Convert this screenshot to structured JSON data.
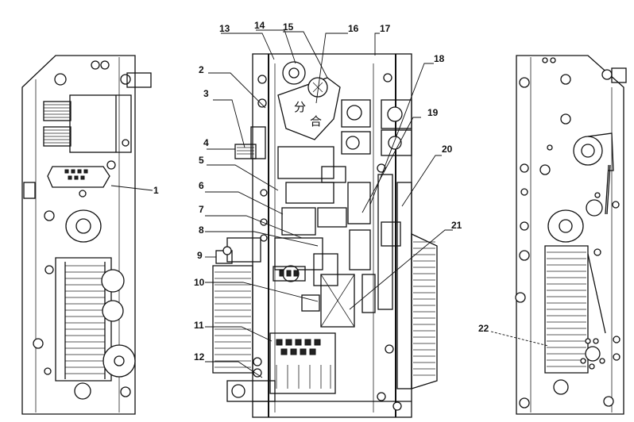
{
  "plate_labels": {
    "open": "分",
    "close": "合"
  },
  "callouts": [
    "1",
    "2",
    "3",
    "4",
    "5",
    "6",
    "7",
    "8",
    "9",
    "10",
    "11",
    "12",
    "13",
    "14",
    "15",
    "16",
    "17",
    "18",
    "19",
    "20",
    "21",
    "22"
  ]
}
